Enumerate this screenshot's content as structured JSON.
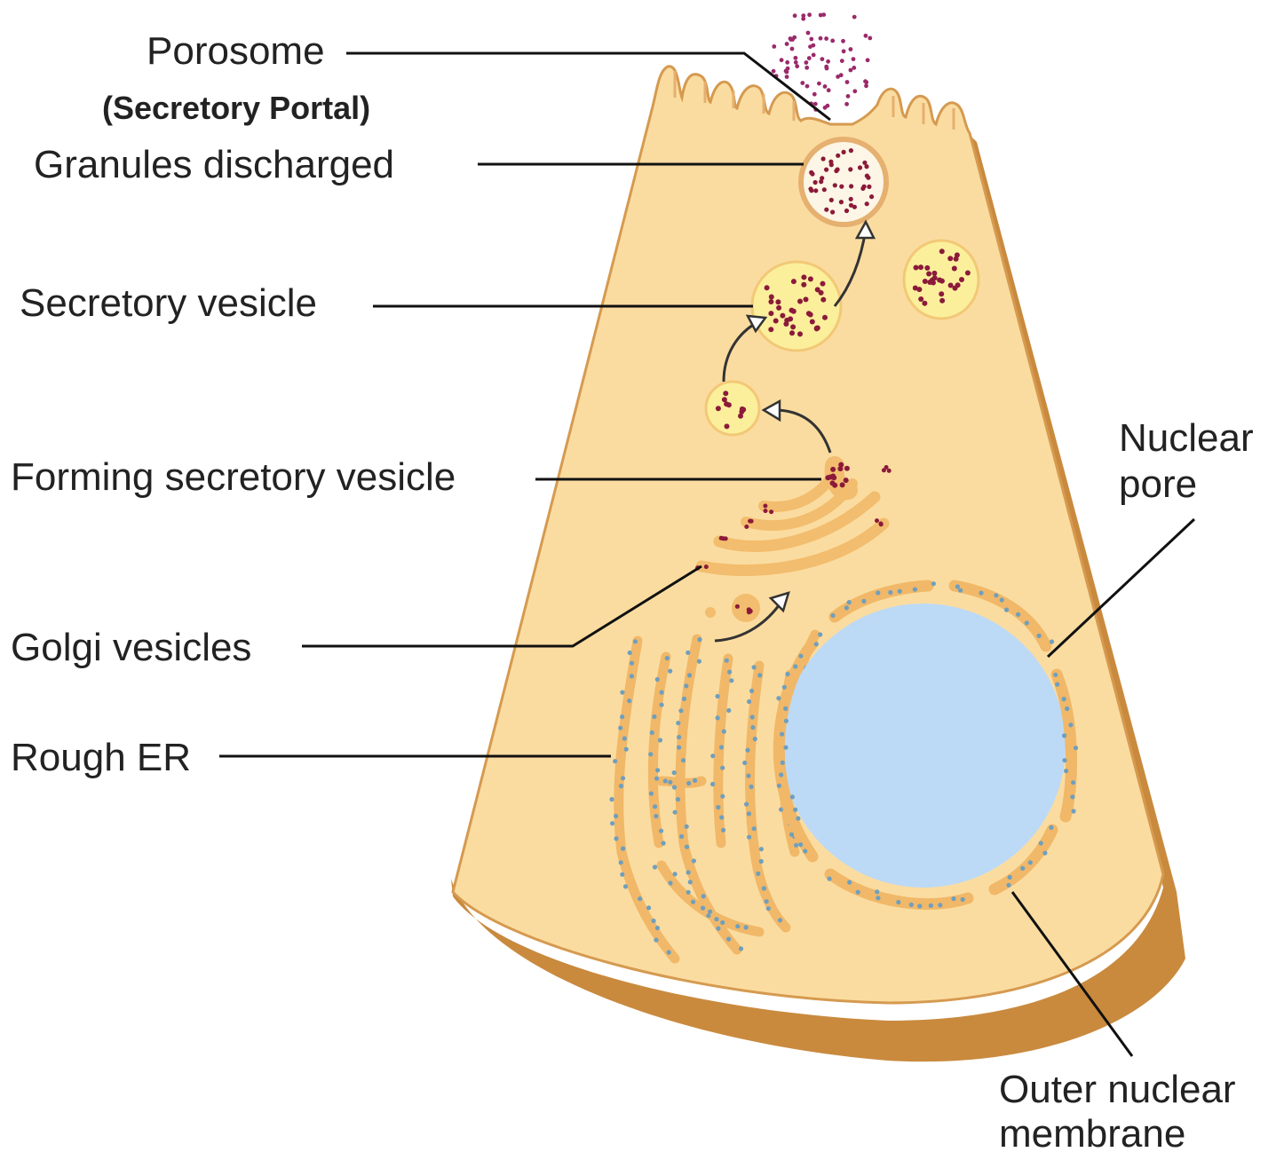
{
  "labels": {
    "porosome": "Porosome",
    "secretory_portal": "(Secretory Portal)",
    "granules_discharged": "Granules discharged",
    "secretory_vesicle": "Secretory vesicle",
    "forming_secretory_vesicle": "Forming secretory vesicle",
    "golgi_vesicles": "Golgi vesicles",
    "rough_er": "Rough ER",
    "nuclear_pore_line1": "Nuclear",
    "nuclear_pore_line2": "pore",
    "outer_nuclear_membrane_line1": "Outer nuclear",
    "outer_nuclear_membrane_line2": "membrane"
  },
  "colors": {
    "cytoplasm": "#fbdca0",
    "cell_edge": "#c98a3e",
    "cell_outline": "#d59a50",
    "vesicle_fill": "#fbef9c",
    "granule": "#8b1a3a",
    "nucleus": "#bcdaf5",
    "er_membrane": "#f0b868",
    "ribosome": "#6f9fbe",
    "golgi": "#f2bd6e",
    "discharged_granule": "#9a2a6a"
  }
}
